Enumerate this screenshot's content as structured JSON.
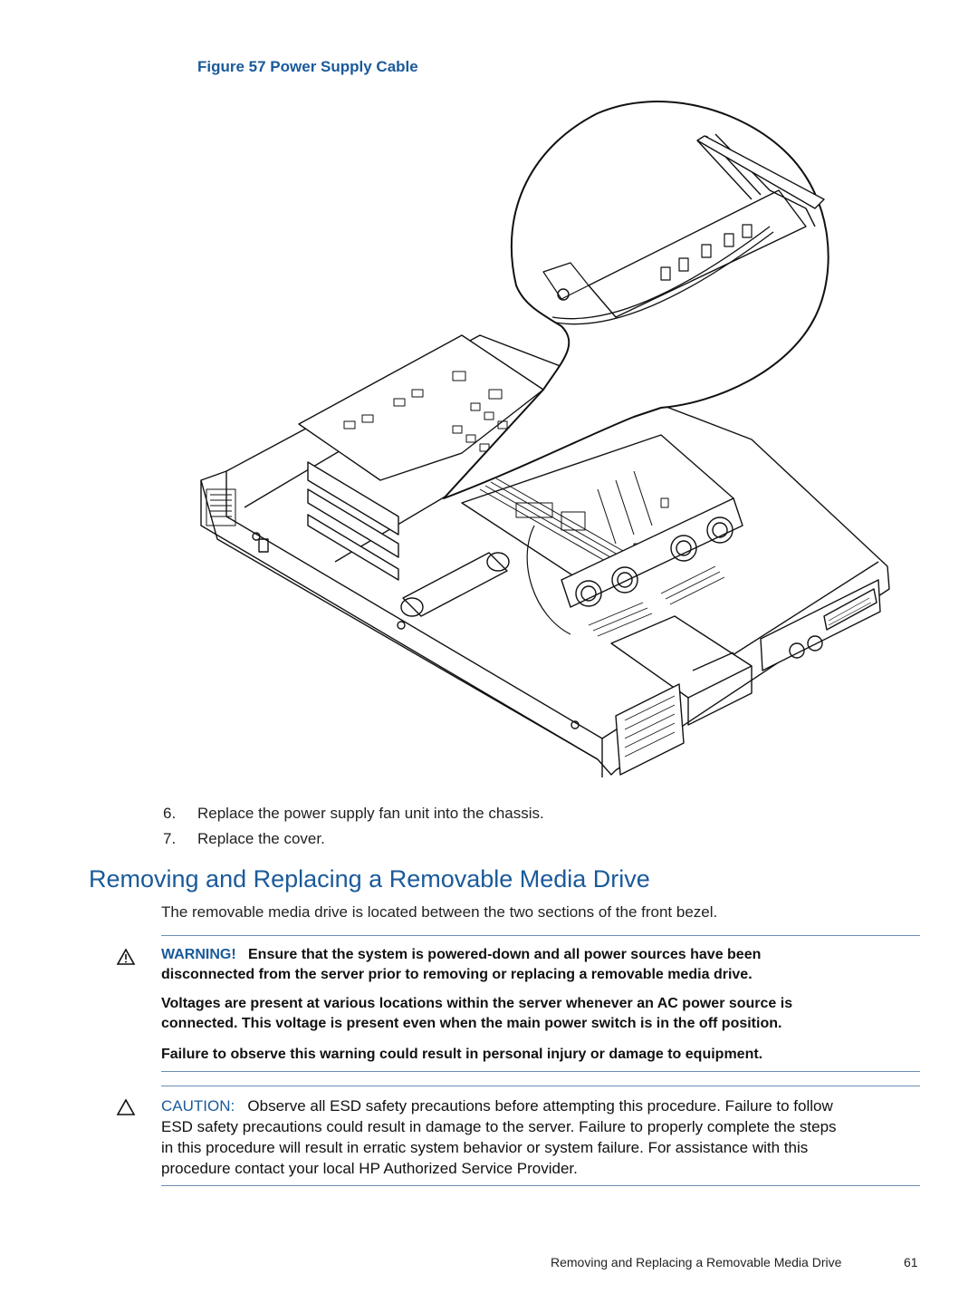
{
  "figure": {
    "caption": "Figure 57 Power Supply Cable"
  },
  "steps": [
    {
      "num": "6.",
      "text": "Replace the power supply fan unit into the chassis."
    },
    {
      "num": "7.",
      "text": "Replace the cover."
    }
  ],
  "section": {
    "title": "Removing and Replacing a Removable Media Drive",
    "intro": "The removable media drive is located between the two sections of the front bezel."
  },
  "warning": {
    "label": "WARNING!",
    "line1_text": "Ensure that the system is powered-down and all power sources have been",
    "line2_text": "disconnected from the server prior to removing or replacing a removable media drive.",
    "para2_line1": "Voltages are present at various locations within the server whenever an AC power source is",
    "para2_line2": "connected. This voltage is present even when the main power switch is in the off position.",
    "para3": "Failure to observe this warning could result in personal injury or damage to equipment.",
    "icon": "warning-triangle-icon"
  },
  "caution": {
    "label": "CAUTION:",
    "line1_text": "Observe all ESD safety precautions before attempting this procedure. Failure to follow",
    "line2": "ESD safety precautions could result in damage to the server. Failure to properly complete the steps",
    "line3": "in this procedure will result in erratic system behavior or system failure. For assistance with this",
    "line4": "procedure contact your local HP Authorized Service Provider.",
    "icon": "caution-triangle-icon"
  },
  "footer": {
    "title": "Removing and Replacing a Removable Media Drive",
    "page": "61"
  },
  "colors": {
    "heading": "#1a5a9a",
    "rule": "#6a8fb5"
  }
}
